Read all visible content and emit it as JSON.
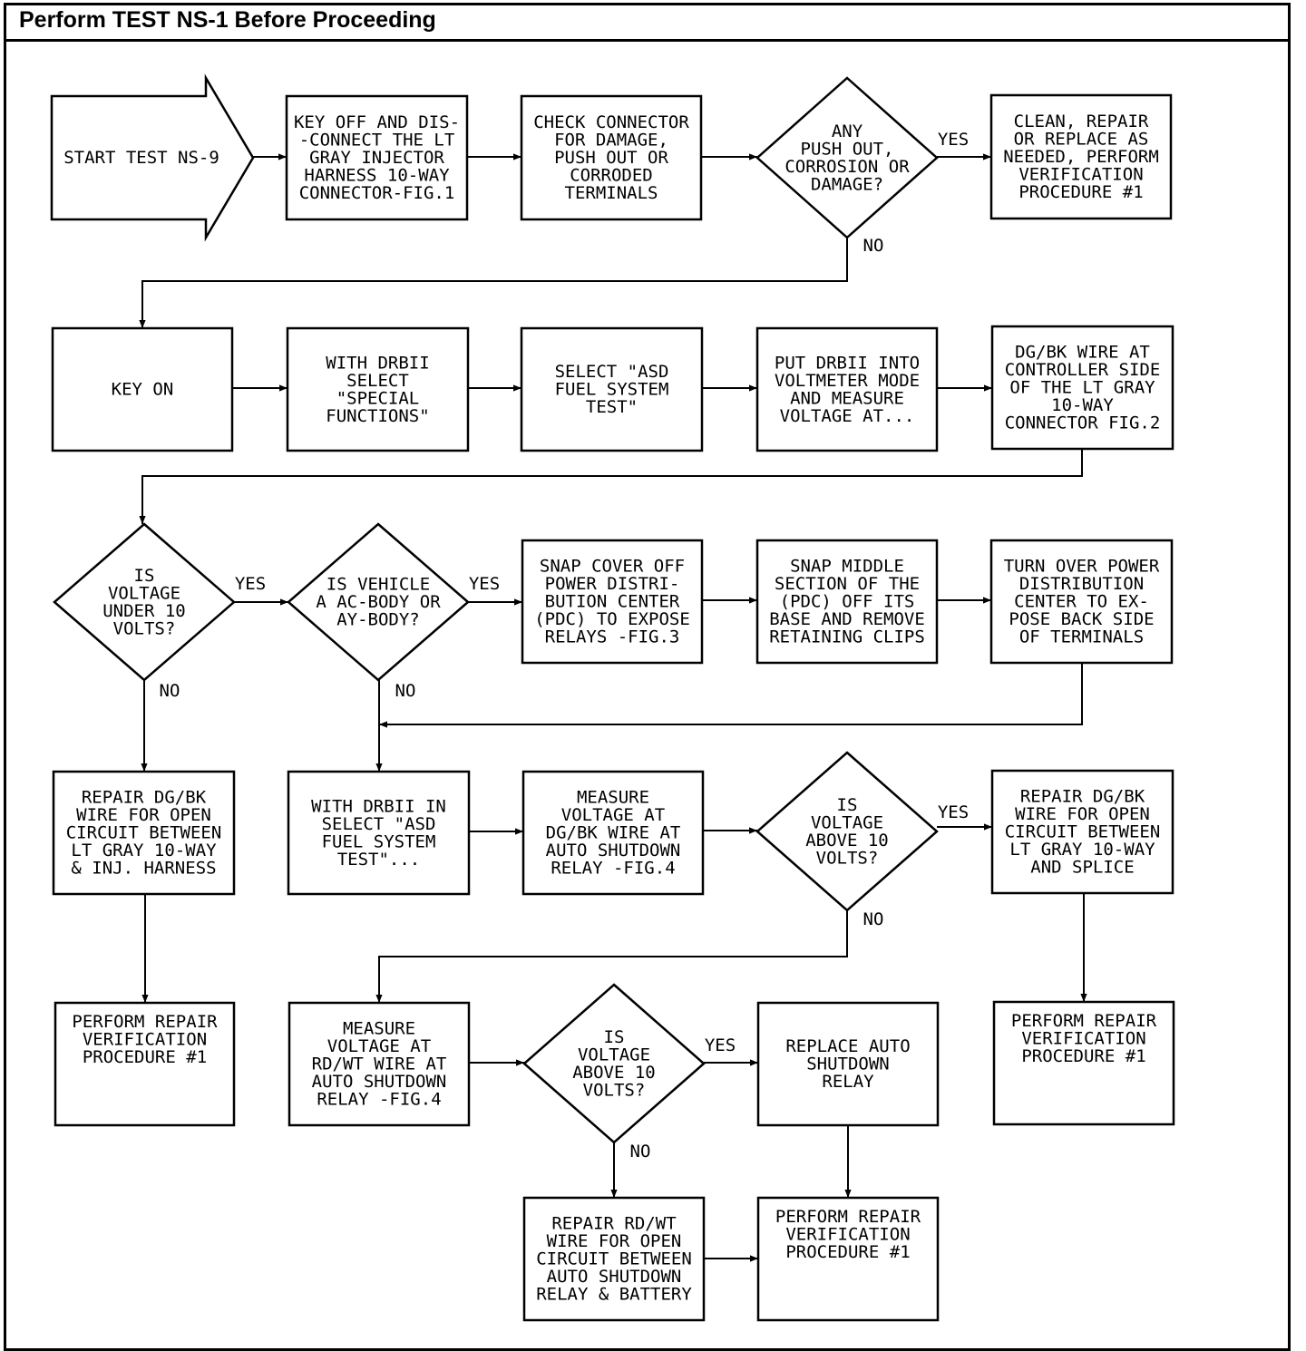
{
  "header": {
    "title": "Perform TEST NS-1 Before Proceeding"
  },
  "nodes": {
    "start": [
      "START TEST NS-9"
    ],
    "disconnect": [
      "KEY OFF AND DIS-",
      "-CONNECT THE LT",
      "GRAY INJECTOR",
      "HARNESS 10-WAY",
      "CONNECTOR-FIG.1"
    ],
    "check_connector": [
      "CHECK CONNECTOR",
      "FOR DAMAGE,",
      "PUSH OUT OR",
      "CORRODED",
      "TERMINALS"
    ],
    "any_damage": [
      "ANY",
      "PUSH OUT,",
      "CORROSION OR",
      "DAMAGE?"
    ],
    "clean_repair": [
      "CLEAN, REPAIR",
      "OR REPLACE AS",
      "NEEDED, PERFORM",
      "VERIFICATION",
      "PROCEDURE #1"
    ],
    "key_on": [
      "KEY ON"
    ],
    "with_drbii": [
      "WITH DRBII",
      "SELECT",
      "\"SPECIAL",
      "FUNCTIONS\""
    ],
    "select_asd": [
      "SELECT \"ASD",
      "FUEL SYSTEM",
      "TEST\""
    ],
    "voltmeter": [
      "PUT DRBII INTO",
      "VOLTMETER MODE",
      "AND MEASURE",
      "VOLTAGE AT..."
    ],
    "dgbk_controller": [
      "DG/BK WIRE AT",
      "CONTROLLER SIDE",
      "OF THE LT GRAY",
      "10-WAY",
      "CONNECTOR FIG.2"
    ],
    "under_10": [
      "IS",
      "VOLTAGE",
      "UNDER 10",
      "VOLTS?"
    ],
    "vehicle_body": [
      "IS VEHICLE",
      "A AC-BODY OR",
      "AY-BODY?"
    ],
    "snap_cover": [
      "SNAP COVER OFF",
      "POWER DISTRI-",
      "BUTION CENTER",
      "(PDC) TO EXPOSE",
      "RELAYS -FIG.3"
    ],
    "snap_middle": [
      "SNAP MIDDLE",
      "SECTION OF THE",
      "(PDC) OFF ITS",
      "BASE AND REMOVE",
      "RETAINING CLIPS"
    ],
    "turn_over": [
      "TURN OVER POWER",
      "DISTRIBUTION",
      "CENTER TO EX-",
      "POSE BACK SIDE",
      "OF TERMINALS"
    ],
    "repair_dgbk_inj": [
      "REPAIR DG/BK",
      "WIRE FOR OPEN",
      "CIRCUIT BETWEEN",
      "LT GRAY 10-WAY",
      "& INJ. HARNESS"
    ],
    "with_drbii_in": [
      "WITH DRBII IN",
      "SELECT \"ASD",
      "FUEL SYSTEM",
      "TEST\"..."
    ],
    "measure_dgbk": [
      "MEASURE",
      "VOLTAGE AT",
      "DG/BK WIRE AT",
      "AUTO SHUTDOWN",
      "RELAY -FIG.4"
    ],
    "above_10_a": [
      "IS",
      "VOLTAGE",
      "ABOVE 10",
      "VOLTS?"
    ],
    "repair_dgbk_splice": [
      "REPAIR DG/BK",
      "WIRE FOR OPEN",
      "CIRCUIT BETWEEN",
      "LT GRAY 10-WAY",
      "AND SPLICE"
    ],
    "verify_1": [
      "PERFORM REPAIR",
      "VERIFICATION",
      "PROCEDURE #1"
    ],
    "measure_rdwt": [
      "MEASURE",
      "VOLTAGE AT",
      "RD/WT WIRE AT",
      "AUTO SHUTDOWN",
      "RELAY -FIG.4"
    ],
    "above_10_b": [
      "IS",
      "VOLTAGE",
      "ABOVE 10",
      "VOLTS?"
    ],
    "replace_relay": [
      "REPLACE AUTO",
      "SHUTDOWN",
      "RELAY"
    ],
    "verify_2": [
      "PERFORM REPAIR",
      "VERIFICATION",
      "PROCEDURE #1"
    ],
    "repair_rdwt": [
      "REPAIR RD/WT",
      "WIRE FOR OPEN",
      "CIRCUIT BETWEEN",
      "AUTO SHUTDOWN",
      "RELAY & BATTERY"
    ],
    "verify_3": [
      "PERFORM REPAIR",
      "VERIFICATION",
      "PROCEDURE #1"
    ],
    "verify_4": [
      "PERFORM REPAIR",
      "VERIFICATION",
      "PROCEDURE #1"
    ]
  },
  "edge_labels": {
    "yes": "YES",
    "no": "NO"
  }
}
